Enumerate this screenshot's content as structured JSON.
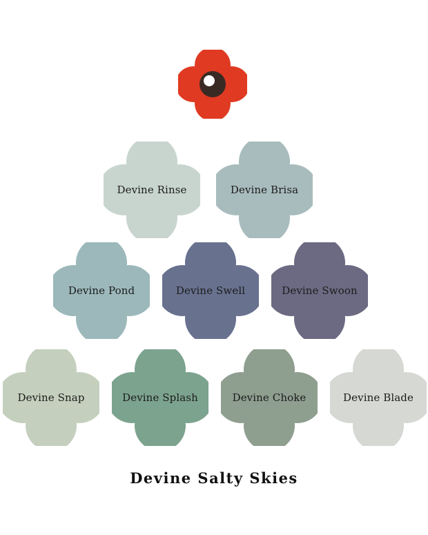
{
  "logo": {
    "icon": "poppy-flower-icon",
    "petal_color": "#e03a22",
    "center_color": "#3a2a24",
    "highlight_color": "#ffffff"
  },
  "swatches": [
    {
      "label": "Devine Rinse",
      "color": "#c8d5cf"
    },
    {
      "label": "Devine Brisa",
      "color": "#a9bcbd"
    },
    {
      "label": "Devine Pond",
      "color": "#9cb8bb"
    },
    {
      "label": "Devine Swell",
      "color": "#68728f"
    },
    {
      "label": "Devine Swoon",
      "color": "#6c6a82"
    },
    {
      "label": "Devine Snap",
      "color": "#c4cfbd"
    },
    {
      "label": "Devine Splash",
      "color": "#7ca38e"
    },
    {
      "label": "Devine Choke",
      "color": "#8e9e8f"
    },
    {
      "label": "Devine Blade",
      "color": "#d5d8d3"
    }
  ],
  "title": "Devine Salty Skies"
}
